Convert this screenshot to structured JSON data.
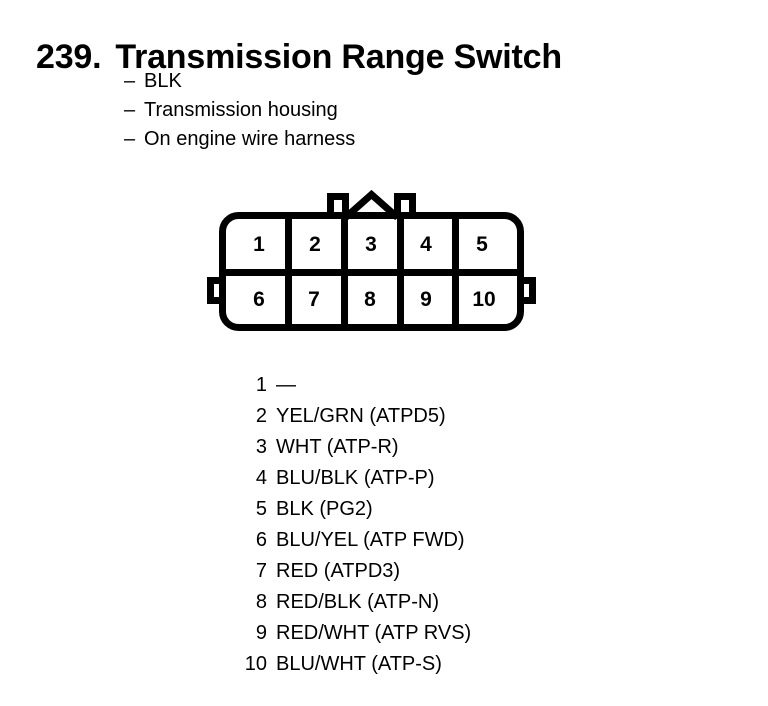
{
  "page": {
    "title_number": "239.",
    "title_text": "Transmission Range Switch",
    "background_color": "#ffffff",
    "ink_color": "#000000"
  },
  "notes": {
    "bullet_glyph": "–",
    "items": [
      {
        "text": "BLK"
      },
      {
        "text": "Transmission housing"
      },
      {
        "text": "On engine wire harness"
      }
    ]
  },
  "connector": {
    "name": "10-pin connector face view",
    "rows": [
      {
        "cells": [
          "1",
          "2",
          "3",
          "4",
          "5"
        ]
      },
      {
        "cells": [
          "6",
          "7",
          "8",
          "9",
          "10"
        ]
      }
    ],
    "features": {
      "top_tab_left": "locking-tab",
      "top_tab_right": "locking-tab",
      "top_notch": "keyway-peak",
      "side_tab_left": "side-latch",
      "side_tab_right": "side-latch"
    }
  },
  "pins": [
    {
      "number": "1",
      "label": "—"
    },
    {
      "number": "2",
      "label": "YEL/GRN (ATPD5)"
    },
    {
      "number": "3",
      "label": "WHT (ATP-R)"
    },
    {
      "number": "4",
      "label": "BLU/BLK (ATP-P)"
    },
    {
      "number": "5",
      "label": "BLK (PG2)"
    },
    {
      "number": "6",
      "label": "BLU/YEL (ATP FWD)"
    },
    {
      "number": "7",
      "label": "RED (ATPD3)"
    },
    {
      "number": "8",
      "label": "RED/BLK (ATP-N)"
    },
    {
      "number": "9",
      "label": "RED/WHT (ATP RVS)"
    },
    {
      "number": "10",
      "label": "BLU/WHT (ATP-S)"
    }
  ]
}
